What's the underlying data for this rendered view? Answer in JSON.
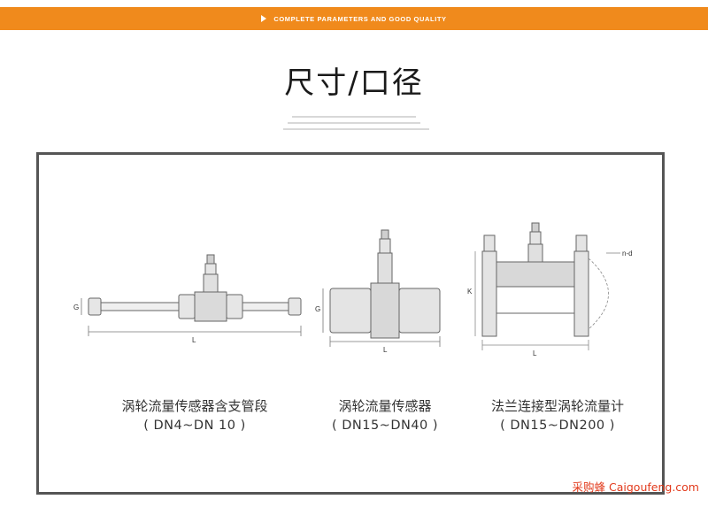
{
  "banner": {
    "text": "COMPLETE PARAMETERS AND GOOD QUALITY"
  },
  "title": "尺寸/口径",
  "diagrams": [
    {
      "name": "涡轮流量传感器含支管段",
      "range": "( DN4~DN 10 )",
      "dim_g": "G",
      "dim_l": "L"
    },
    {
      "name": "涡轮流量传感器",
      "range": "( DN15~DN40 )",
      "dim_g": "G",
      "dim_l": "L"
    },
    {
      "name": "法兰连接型涡轮流量计",
      "range": "( DN15~DN200 )",
      "dim_k": "K",
      "dim_l": "L",
      "dim_nd": "n-d"
    }
  ],
  "watermark": "采购蜂 Caigoufeng.com"
}
